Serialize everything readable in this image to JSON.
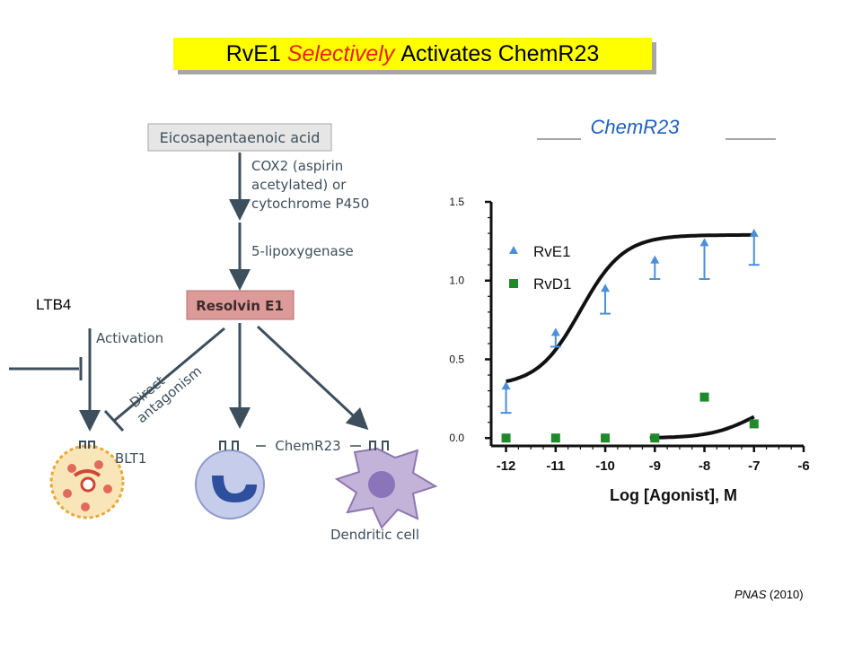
{
  "slide": {
    "title_part1": "RvE1",
    "title_part2": "Selectively",
    "title_part3": "Activates ChemR23",
    "citation_journal": "PNAS",
    "citation_year": "(2010)"
  },
  "pathway": {
    "precursor": "Eicosapentaenoic acid",
    "enzyme_step1_line1": "COX2 (aspirin",
    "enzyme_step1_line2": "acetylated) or",
    "enzyme_step1_line3": "cytochrome P450",
    "enzyme_step2": "5-lipoxygenase",
    "product": "Resolvin E1",
    "ltb4_label": "LTB4",
    "activation_label": "Activation",
    "direct_label": "Direct",
    "antagonism_label": "antagonism",
    "blt1_label": "BLT1",
    "chemr23_label": "ChemR23",
    "dendritic_label": "Dendritic cell",
    "colors": {
      "arrow": "#3d4f5c",
      "product_box": "#dc9a98",
      "precursor_box": "#e6e6e6"
    }
  },
  "chart_data": {
    "type": "scatter",
    "title": "ChemR23",
    "xlabel": "Log [Agonist], M",
    "ylabel": "",
    "xlim": [
      -12.3,
      -6
    ],
    "ylim": [
      -0.05,
      1.5
    ],
    "xticks": [
      -12,
      -11,
      -10,
      -9,
      -8,
      -7,
      -6
    ],
    "yticks": [
      0.0,
      0.5,
      1.0,
      1.5
    ],
    "xtick_labels": [
      "-12",
      "-11",
      "-10",
      "-9",
      "-8",
      "-7",
      "-6"
    ],
    "ytick_labels": [
      "0.0",
      "0.5",
      "1.0",
      "1.5"
    ],
    "legend_position": "top-left",
    "series": [
      {
        "name": "RvE1",
        "marker": "triangle",
        "color": "#4a90d9",
        "x": [
          -12,
          -11,
          -10,
          -9,
          -8,
          -7
        ],
        "y": [
          0.32,
          0.66,
          0.94,
          1.12,
          1.23,
          1.29
        ],
        "error": [
          0.16,
          0.08,
          0.15,
          0.11,
          0.22,
          0.19
        ]
      },
      {
        "name": "RvD1",
        "marker": "square",
        "color": "#1e8a2a",
        "x": [
          -12,
          -11,
          -10,
          -9,
          -8,
          -7
        ],
        "y": [
          0.0,
          0.0,
          0.0,
          0.0,
          0.26,
          0.09
        ]
      }
    ],
    "curves": [
      {
        "name": "RvE1-fit",
        "bottom": 0.33,
        "top": 1.29,
        "logEC50": -10.5,
        "hill": 1.0,
        "x_range": [
          -12,
          -7
        ]
      },
      {
        "name": "RvD1-fit",
        "bottom": 0.0,
        "top": 0.27,
        "logEC50": -7.0,
        "hill": 1.0,
        "x_range": [
          -9.1,
          -7
        ]
      }
    ]
  }
}
